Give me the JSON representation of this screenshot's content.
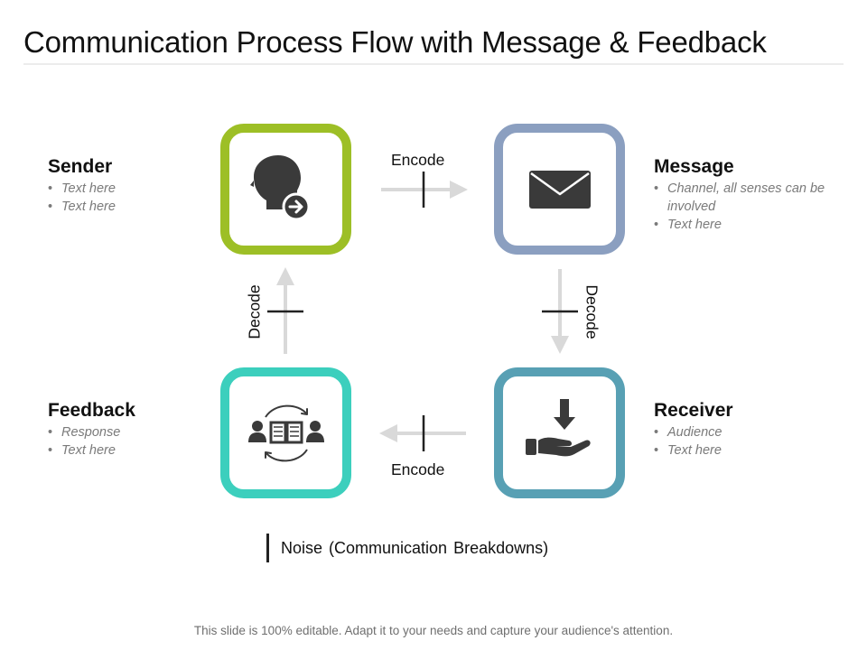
{
  "title": "Communication Process Flow with Message & Feedback",
  "colors": {
    "sender": "#9dbf26",
    "message": "#8b9fc0",
    "feedback": "#3ccfbd",
    "receiver": "#58a0b4",
    "icon": "#3a3a3a",
    "arrow": "#d9d9d9"
  },
  "nodes": {
    "sender": {
      "heading": "Sender",
      "bullets": [
        "Text here",
        "Text here"
      ],
      "icon": "head-with-arrow-icon"
    },
    "message": {
      "heading": "Message",
      "bullets": [
        "Channel, all senses can be involved",
        "Text here"
      ],
      "icon": "envelope-icon"
    },
    "feedback": {
      "heading": "Feedback",
      "bullets": [
        "Response",
        "Text here"
      ],
      "icon": "people-book-cycle-icon"
    },
    "receiver": {
      "heading": "Receiver",
      "bullets": [
        "Audience",
        "Text here"
      ],
      "icon": "hand-receive-icon"
    }
  },
  "edges": {
    "sender_to_message": "Encode",
    "message_to_receiver": "Decode",
    "receiver_to_feedback": "Encode",
    "feedback_to_sender": "Decode"
  },
  "legend": {
    "noise": "Noise (Communication  Breakdowns)"
  },
  "footer": "This slide is 100% editable. Adapt it to your needs and capture your audience's attention."
}
